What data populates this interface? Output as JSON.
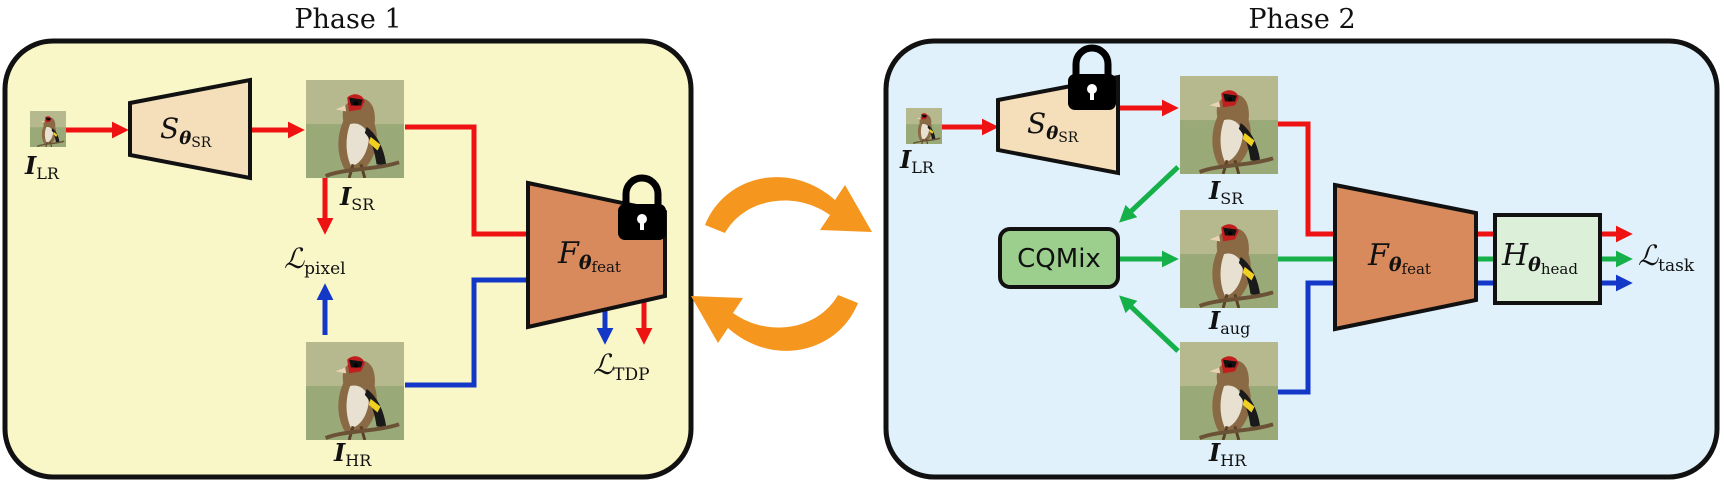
{
  "colors": {
    "phase1_bg": "#f9f6c8",
    "phase2_bg": "#e0f1fb",
    "sr_net": "#f5deba",
    "feat_net": "#d98a5c",
    "head_net": "#dcefd9",
    "cqmix": "#9ccf8e",
    "red": "#ee1212",
    "blue": "#1338c8",
    "green": "#16b04a",
    "orange": "#f5961e"
  },
  "phase1": {
    "title": "Phase 1",
    "input_lr": {
      "main": "I",
      "sub": "LR"
    },
    "sr_net": {
      "main": "S",
      "sub_theta": "θ",
      "sub": "SR"
    },
    "output_sr": {
      "main": "I",
      "sub": "SR"
    },
    "input_hr": {
      "main": "I",
      "sub": "HR"
    },
    "loss_pixel": {
      "main": "ℒ",
      "sub": "pixel"
    },
    "feat_net": {
      "main": "F",
      "sub_theta": "θ",
      "sub": "feat"
    },
    "loss_tdp": {
      "main": "ℒ",
      "sub": "TDP"
    },
    "lock_icon": "lock-icon"
  },
  "cycle_icon": "cycle-arrows-icon",
  "phase2": {
    "title": "Phase 2",
    "input_lr": {
      "main": "I",
      "sub": "LR"
    },
    "sr_net": {
      "main": "S",
      "sub_theta": "θ",
      "sub": "SR"
    },
    "output_sr": {
      "main": "I",
      "sub": "SR"
    },
    "cqmix": "CQMix",
    "aug": {
      "main": "I",
      "sub": "aug"
    },
    "input_hr": {
      "main": "I",
      "sub": "HR"
    },
    "feat_net": {
      "main": "F",
      "sub_theta": "θ",
      "sub": "feat"
    },
    "head_net": {
      "main": "H",
      "sub_theta": "θ",
      "sub": "head"
    },
    "loss_task": {
      "main": "ℒ",
      "sub": "task"
    },
    "lock_icon": "lock-icon"
  }
}
